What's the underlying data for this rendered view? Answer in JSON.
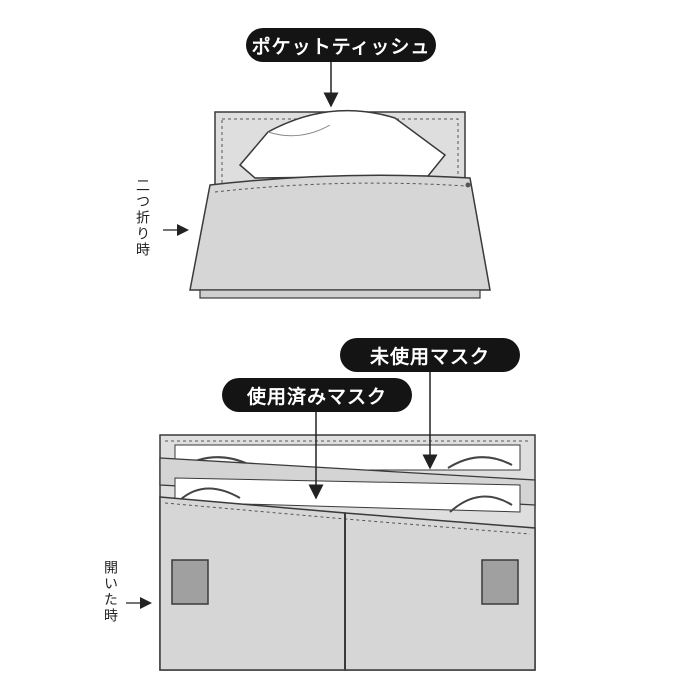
{
  "top": {
    "callout_tissue": "ポケットティッシュ",
    "side_label": "二つ折り時"
  },
  "bottom": {
    "callout_unused_mask": "未使用マスク",
    "callout_used_mask": "使用済みマスク",
    "side_label": "開いた時"
  },
  "colors": {
    "case_fill": "#dcdcdc",
    "case_stroke": "#3a3a3a",
    "tab_fill": "#a0a0a0",
    "pill_fill": "#141414"
  }
}
